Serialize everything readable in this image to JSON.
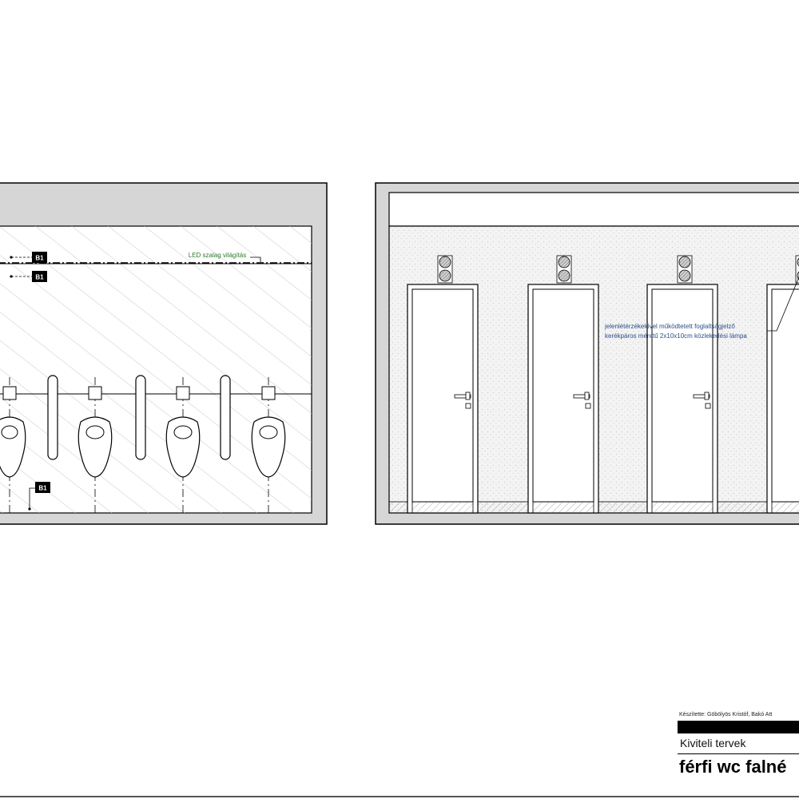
{
  "left_elevation": {
    "tag_label": "B1",
    "led_label": "LED szalag világítás"
  },
  "right_elevation": {
    "annotation_line1": "jelenlétérzékelővel működtetett foglaltságjelző",
    "annotation_line2": "kerékpáros méretű 2x10x10cm közlekedési lámpa"
  },
  "title_block": {
    "credit": "Készítette: Göbölyös Kristóf, Bakó Att",
    "subtitle": "Kiviteli tervek",
    "title": "férfi wc falné"
  }
}
